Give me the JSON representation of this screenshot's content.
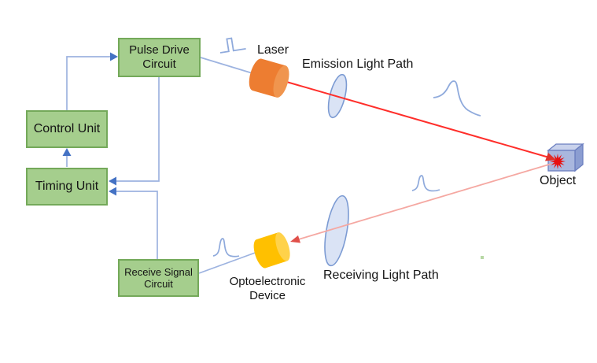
{
  "figure": {
    "description_hint": "pulsed time-of-flight optical ranging block diagram",
    "boxes": [
      {
        "id": "pulse-drive-circuit",
        "label": "Pulse Drive Circuit"
      },
      {
        "id": "control-unit",
        "label": "Control Unit"
      },
      {
        "id": "timing-unit",
        "label": "Timing Unit"
      },
      {
        "id": "receive-signal-circuit",
        "label": "Receive Signal Circuit"
      }
    ],
    "labels": {
      "laser": "Laser",
      "emission_light_path": "Emission Light Path",
      "object": "Object",
      "receiving_light_path": "Receiving Light Path",
      "optoelectronic_device": "Optoelectronic Device"
    },
    "icons": {
      "square_pulse": "drive-square-pulse-icon",
      "emitted_pulse": "emitted-light-pulse-icon",
      "returned_pulse": "returned-light-pulse-icon",
      "received_pulse": "received-signal-pulse-icon",
      "laser": "laser-cylinder-icon",
      "detector": "optoelectronic-device-cylinder-icon",
      "emission_lens": "emission-lens-icon",
      "receiving_lens": "receiving-lens-icon",
      "object_cube": "object-cube-icon",
      "starburst": "laser-hit-starburst-icon"
    },
    "colors": {
      "box_fill": "#A5CE8D",
      "box_border": "#74A95A",
      "connector_line": "#9DB3E0",
      "arrowhead_blue": "#4472C4",
      "emission_line": "#FF2E2A",
      "receiving_line": "#F5A8A2",
      "red_arrowhead": "#E0312B",
      "laser_body": "#ED7D31",
      "laser_cap": "#F0954E",
      "detector_body": "#FFC000",
      "detector_cap": "#FFD24A",
      "lens_fill": "#D6E0F4",
      "lens_stroke": "#7C9BD3",
      "pulse_stroke": "#8FAADC",
      "cube_front": "#A9B7DE",
      "cube_top": "#C9D2EC",
      "cube_side": "#8B9DD1",
      "cube_stroke": "#6C7FC0",
      "starburst": "#E81010"
    }
  }
}
